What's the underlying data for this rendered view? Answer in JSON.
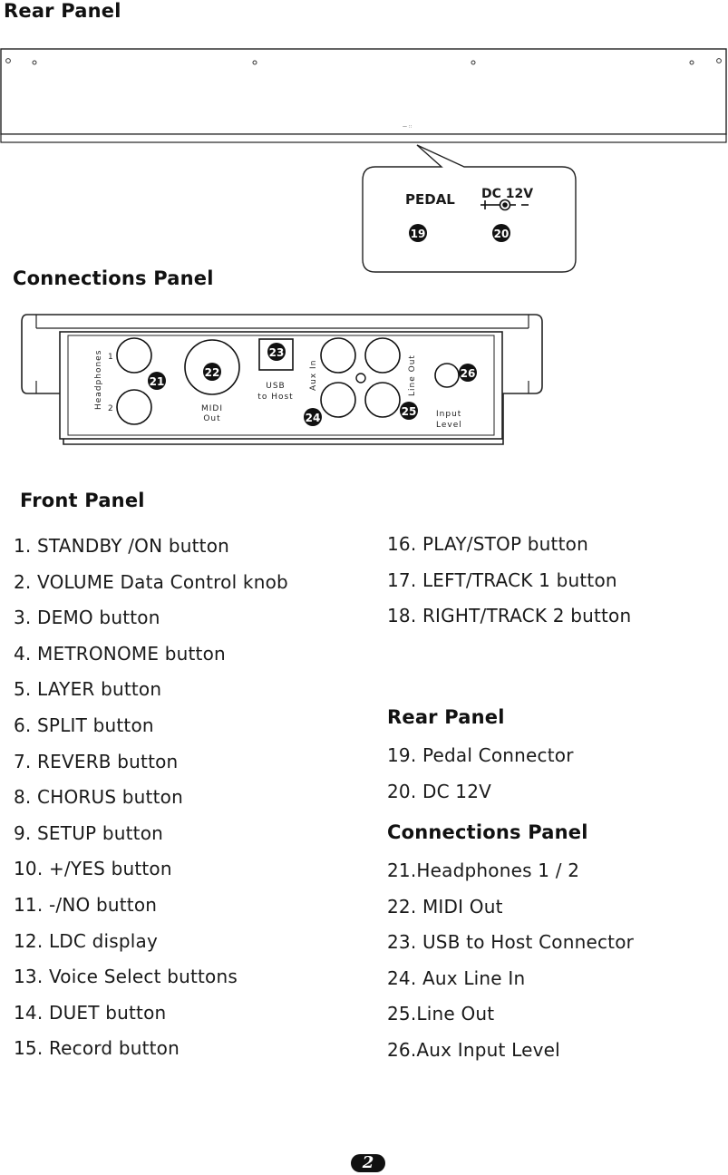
{
  "rear_panel": {
    "title": "Rear Panel",
    "tiny_label": "—  ∷",
    "callout": {
      "pedal_label": "PEDAL",
      "dc_label": "DC 12V",
      "pedal_num": "19",
      "dc_num": "20"
    }
  },
  "connections_panel": {
    "title": "Connections Panel",
    "headphones_label": "Headphones",
    "hp1": "1",
    "hp2": "2",
    "midi_out_line1": "MIDI",
    "midi_out_line2": "Out",
    "usb_line1": "USB",
    "usb_line2": "to Host",
    "aux_in_label": "Aux In",
    "line_out_label": "Line Out",
    "input_level_line1": "Input",
    "input_level_line2": "Level",
    "callouts": {
      "n21": "21",
      "n22": "22",
      "n23": "23",
      "n24": "24",
      "n25": "25",
      "n26": "26"
    }
  },
  "front_panel": {
    "title": "Front Panel",
    "items_left": [
      "1. STANDBY /ON button",
      "2.  VOLUME Data Control knob",
      "3. DEMO button",
      "4. METRONOME button",
      "5. LAYER button",
      "6. SPLIT button",
      "7. REVERB button",
      "8. CHORUS button",
      "9. SETUP button",
      "10. +/YES button",
      "11. -/NO button",
      "12. LDC display",
      "13. Voice Select buttons",
      "14. DUET button",
      "15. Record button"
    ],
    "items_right": [
      "16. PLAY/STOP button",
      "17. LEFT/TRACK 1 button",
      "18. RIGHT/TRACK 2 button"
    ]
  },
  "legend_rear": {
    "title": "Rear Panel",
    "items": [
      "19.   Pedal Connector",
      "20. DC 12V"
    ]
  },
  "legend_connections": {
    "title": "Connections Panel",
    "items": [
      "21.Headphones 1 / 2",
      "22. MIDI Out",
      "23. USB  to Host Connector",
      "24. Aux Line In",
      "25.Line Out",
      "26.Aux Input Level"
    ]
  },
  "page_number": "2"
}
